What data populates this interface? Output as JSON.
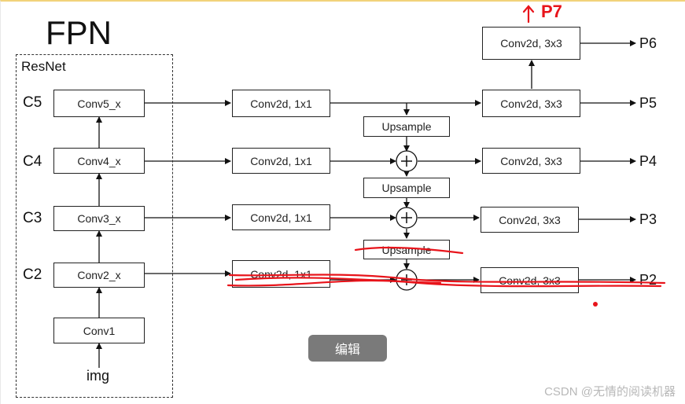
{
  "title": "FPN",
  "backbone": {
    "label": "ResNet",
    "stages": [
      "C5",
      "C4",
      "C3",
      "C2"
    ],
    "blocks": [
      "Conv5_x",
      "Conv4_x",
      "Conv3_x",
      "Conv2_x",
      "Conv1"
    ],
    "input": "img"
  },
  "lateral": [
    "Conv2d, 1x1",
    "Conv2d, 1x1",
    "Conv2d, 1x1",
    "Conv2d, 1x1"
  ],
  "upsample": [
    "Upsample",
    "Upsample",
    "Upsample"
  ],
  "smooth": [
    "Conv2d, 3x3",
    "Conv2d, 3x3",
    "Conv2d, 3x3",
    "Conv2d, 3x3",
    "Conv2d, 3x3"
  ],
  "outputs": [
    "P6",
    "P5",
    "P4",
    "P3",
    "P2"
  ],
  "annotation": "P7",
  "edit_button": "编辑",
  "watermark": "CSDN @无情的阅读机器",
  "colors": {
    "annotation": "#e8141b",
    "button": "#7a7a7a"
  }
}
